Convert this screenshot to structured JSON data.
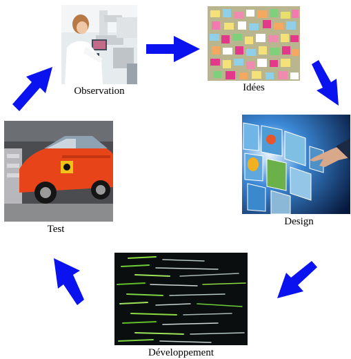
{
  "cycle": {
    "steps": [
      {
        "label": "Observation",
        "image": "scientist-at-microscope"
      },
      {
        "label": "Idées",
        "image": "sticky-notes-wall"
      },
      {
        "label": "Design",
        "image": "hand-touching-floating-photos"
      },
      {
        "label": "Développement",
        "image": "code-on-dark-screen"
      },
      {
        "label": "Test",
        "image": "car-crash-test"
      }
    ],
    "arrow_color": "#0a12f0"
  }
}
